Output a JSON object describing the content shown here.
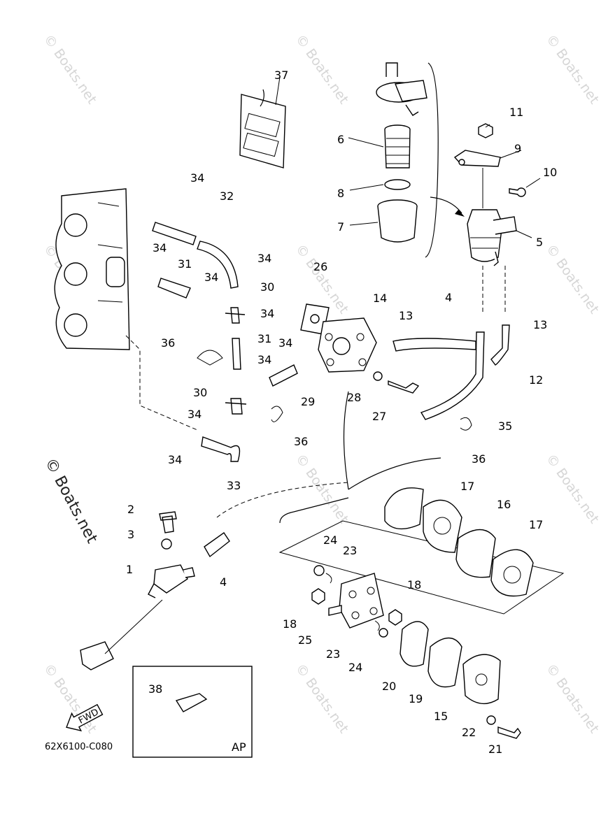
{
  "diagram_code": "62X6100-C080",
  "fwd_label": "FWD",
  "inset_label": "AP",
  "watermark": "© Boats.net",
  "callouts": [
    {
      "id": "c37",
      "text": "37"
    },
    {
      "id": "c6",
      "text": "6"
    },
    {
      "id": "c8",
      "text": "8"
    },
    {
      "id": "c7",
      "text": "7"
    },
    {
      "id": "c11",
      "text": "11"
    },
    {
      "id": "c9",
      "text": "9"
    },
    {
      "id": "c10",
      "text": "10"
    },
    {
      "id": "c5",
      "text": "5"
    },
    {
      "id": "c34a",
      "text": "34"
    },
    {
      "id": "c32",
      "text": "32"
    },
    {
      "id": "c34b",
      "text": "34"
    },
    {
      "id": "c31a",
      "text": "31"
    },
    {
      "id": "c34c",
      "text": "34"
    },
    {
      "id": "c34d",
      "text": "34"
    },
    {
      "id": "c30a",
      "text": "30"
    },
    {
      "id": "c34e",
      "text": "34"
    },
    {
      "id": "c31b",
      "text": "31"
    },
    {
      "id": "c36a",
      "text": "36"
    },
    {
      "id": "c34f",
      "text": "34"
    },
    {
      "id": "c34g",
      "text": "34"
    },
    {
      "id": "c30b",
      "text": "30"
    },
    {
      "id": "c34h",
      "text": "34"
    },
    {
      "id": "c34i",
      "text": "34"
    },
    {
      "id": "c33",
      "text": "33"
    },
    {
      "id": "c26",
      "text": "26"
    },
    {
      "id": "c14",
      "text": "14"
    },
    {
      "id": "c13a",
      "text": "13"
    },
    {
      "id": "c4a",
      "text": "4"
    },
    {
      "id": "c13b",
      "text": "13"
    },
    {
      "id": "c12",
      "text": "12"
    },
    {
      "id": "c29",
      "text": "29"
    },
    {
      "id": "c28",
      "text": "28"
    },
    {
      "id": "c27",
      "text": "27"
    },
    {
      "id": "c36b",
      "text": "36"
    },
    {
      "id": "c35",
      "text": "35"
    },
    {
      "id": "c36c",
      "text": "36"
    },
    {
      "id": "c2",
      "text": "2"
    },
    {
      "id": "c3",
      "text": "3"
    },
    {
      "id": "c1",
      "text": "1"
    },
    {
      "id": "c4b",
      "text": "4"
    },
    {
      "id": "c17a",
      "text": "17"
    },
    {
      "id": "c16",
      "text": "16"
    },
    {
      "id": "c17b",
      "text": "17"
    },
    {
      "id": "c24a",
      "text": "24"
    },
    {
      "id": "c23a",
      "text": "23"
    },
    {
      "id": "c18a",
      "text": "18"
    },
    {
      "id": "c18b",
      "text": "18"
    },
    {
      "id": "c25",
      "text": "25"
    },
    {
      "id": "c23b",
      "text": "23"
    },
    {
      "id": "c24b",
      "text": "24"
    },
    {
      "id": "c20",
      "text": "20"
    },
    {
      "id": "c19",
      "text": "19"
    },
    {
      "id": "c15",
      "text": "15"
    },
    {
      "id": "c22",
      "text": "22"
    },
    {
      "id": "c21",
      "text": "21"
    },
    {
      "id": "c38",
      "text": "38"
    }
  ]
}
